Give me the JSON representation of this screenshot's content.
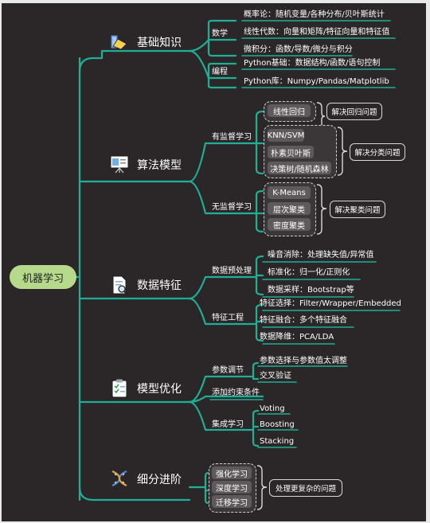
{
  "root": "机器学习",
  "basics": {
    "title": "基础知识",
    "math": {
      "label": "数学",
      "items": [
        "概率论：随机变量/各种分布/贝叶斯统计",
        "线性代数：向量和矩阵/特征向量和特征值",
        "微积分：函数/导数/微分与积分"
      ]
    },
    "programming": {
      "label": "编程",
      "items": [
        "Python基础：数据结构/函数/语句控制",
        "Python库：Numpy/Pandas/Matplotlib"
      ]
    }
  },
  "algorithms": {
    "title": "算法模型",
    "supervised": {
      "label": "有监督学习",
      "regression": "线性回归",
      "classification": [
        "KNN/SVM",
        "朴素贝叶斯",
        "决策树/随机森林"
      ],
      "note_regression": "解决回归问题",
      "note_classification": "解决分类问题"
    },
    "unsupervised": {
      "label": "无监督学习",
      "items": [
        "K-Means",
        "层次聚类",
        "密度聚类"
      ],
      "note": "解决聚类问题"
    }
  },
  "features": {
    "title": "数据特征",
    "preprocessing": {
      "label": "数据预处理",
      "items": [
        "噪音消除：处理缺失值/异常值",
        "标准化：归一化/正则化",
        "数据采样：Bootstrap等"
      ]
    },
    "engineering": {
      "label": "特征工程",
      "items": [
        "特征选择：Filter/Wrapper/Embedded",
        "特征融合：多个特征融合",
        "数据降维：PCA/LDA"
      ]
    }
  },
  "optimization": {
    "title": "模型优化",
    "tuning": {
      "label": "参数调节",
      "items": [
        "参数选择与参数值太调整",
        "交叉验证"
      ]
    },
    "constraints": "添加约束条件",
    "ensemble": {
      "label": "集成学习",
      "items": [
        "Voting",
        "Boosting",
        "Stacking"
      ]
    }
  },
  "advanced": {
    "title": "细分进阶",
    "items": [
      "强化学习",
      "深度学习",
      "迁移学习"
    ],
    "note": "处理更复杂的问题"
  },
  "colors": {
    "background": "#2b2729",
    "line": "#1fae96",
    "root": "#b6d98b"
  },
  "icons": [
    "book-icon",
    "presentation-board-icon",
    "document-magnifier-icon",
    "checklist-icon",
    "dna-icon"
  ]
}
